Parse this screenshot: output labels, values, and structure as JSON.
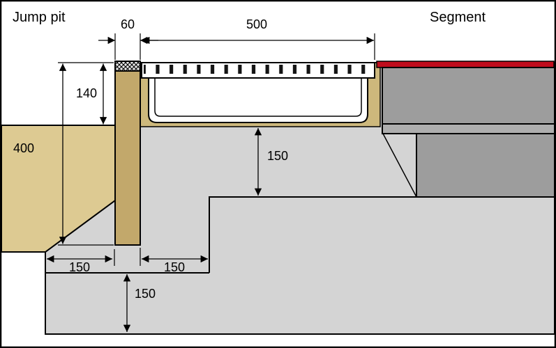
{
  "diagram": {
    "labels": {
      "jump_pit": "Jump pit",
      "segment": "Segment"
    },
    "dimensions": {
      "board_width": "60",
      "channel_width": "500",
      "board_exposure": "140",
      "pit_depth": "400",
      "foundation_height": "150",
      "sand_toe_run": "150",
      "foundation_offset": "150",
      "slab_thickness": "150"
    },
    "colors": {
      "sand": "#ddca92",
      "board": "#c2a86b",
      "encasement": "#cdb87c",
      "concrete": "#d4d4d4",
      "segment": "#9d9d9d",
      "segment_joint": "#aeaeae",
      "red": "#c00d1d",
      "channel": "#ffffff",
      "outline": "#000000",
      "background": "#ffffff"
    }
  }
}
